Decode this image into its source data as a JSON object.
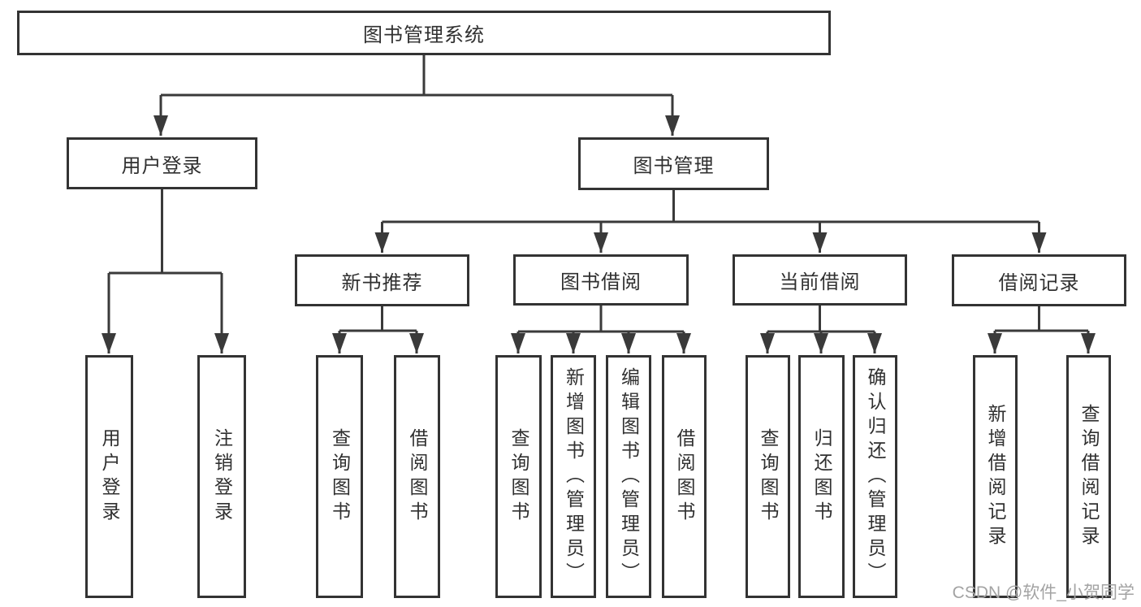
{
  "root": {
    "label": "图书管理系统"
  },
  "branches": [
    {
      "label": "用户登录",
      "children": [
        {
          "label": "用户登录"
        },
        {
          "label": "注销登录"
        }
      ]
    },
    {
      "label": "图书管理",
      "children": [
        {
          "label": "新书推荐",
          "children": [
            {
              "label": "查询图书"
            },
            {
              "label": "借阅图书"
            }
          ]
        },
        {
          "label": "图书借阅",
          "children": [
            {
              "label": "查询图书"
            },
            {
              "label": "新增图书（管理员）"
            },
            {
              "label": "编辑图书（管理员）"
            },
            {
              "label": "借阅图书"
            }
          ]
        },
        {
          "label": "当前借阅",
          "children": [
            {
              "label": "查询图书"
            },
            {
              "label": "归还图书"
            },
            {
              "label": "确认归还（管理员）"
            }
          ]
        },
        {
          "label": "借阅记录",
          "children": [
            {
              "label": "新增借阅记录"
            },
            {
              "label": "查询借阅记录"
            }
          ]
        }
      ]
    }
  ],
  "watermark": {
    "text": "CSDN @软件_小贺同学"
  },
  "colors": {
    "line": "#3a3a3a",
    "box_border": "#333333",
    "text": "#303030",
    "watermark": "#a3a3a3",
    "background": "#ffffff"
  }
}
